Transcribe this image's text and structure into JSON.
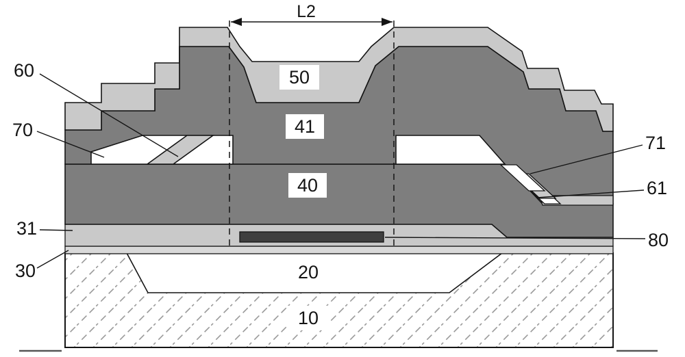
{
  "figure": {
    "dimension_label": "L2",
    "labels": {
      "layer_50": "50",
      "layer_41": "41",
      "layer_40": "40",
      "layer_31": "31",
      "layer_30": "30",
      "layer_20": "20",
      "layer_10": "10",
      "ref_60": "60",
      "ref_70": "70",
      "ref_71": "71",
      "ref_61": "61",
      "ref_80": "80"
    },
    "colors": {
      "light_gray": "#c9c9c9",
      "mid_gray": "#d9d9d9",
      "dark_gray": "#7e7e7e",
      "bar_dark": "#3f3f3f",
      "hatch": "#9a9a9a",
      "line": "#141414"
    }
  }
}
